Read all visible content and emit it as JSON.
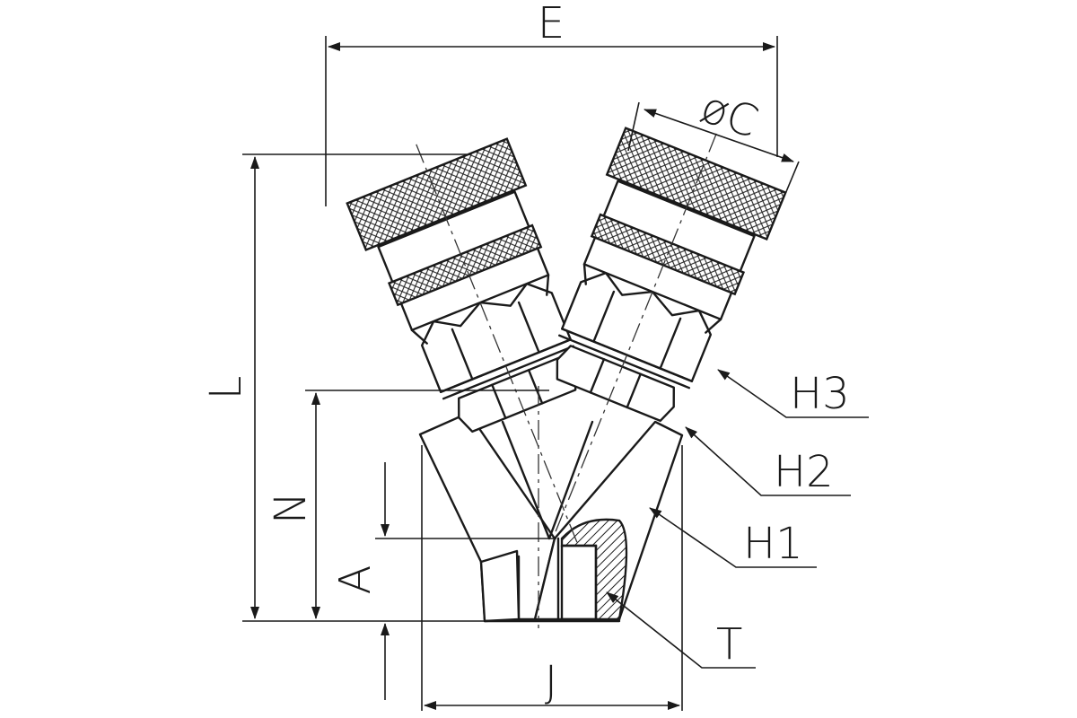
{
  "labels": {
    "E": "E",
    "C": "øC",
    "L": "L",
    "N": "N",
    "A": "A",
    "J": "J",
    "H3": "H3",
    "H2": "H2",
    "H1": "H1",
    "T": "T"
  },
  "colors": {
    "line": "#1a1a1a",
    "background": "#ffffff"
  }
}
